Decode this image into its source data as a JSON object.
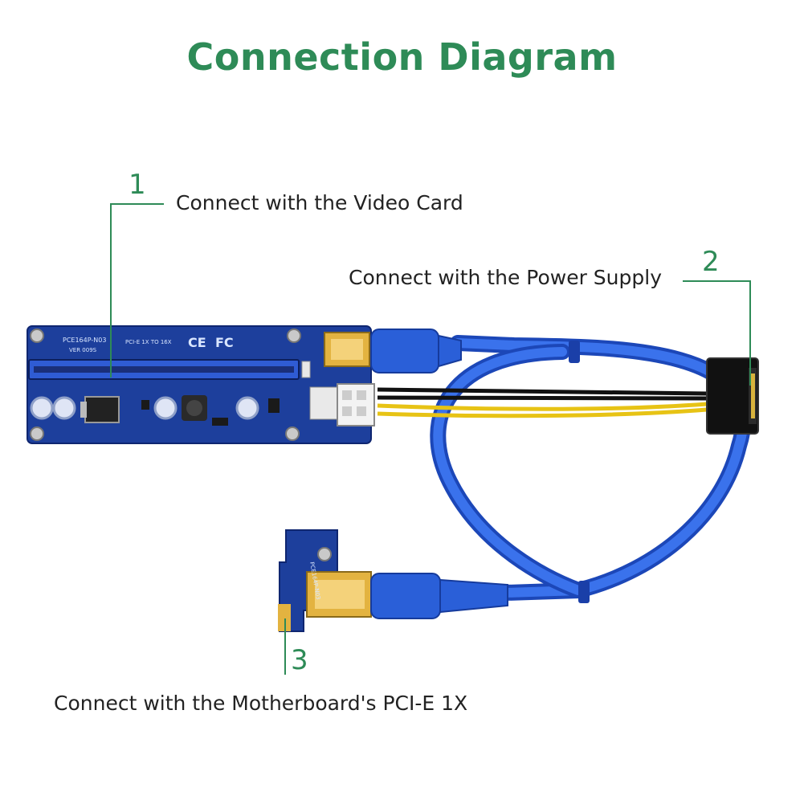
{
  "title": "Connection Diagram",
  "callouts": [
    {
      "number": "1",
      "text": "Connect with the Video Card"
    },
    {
      "number": "2",
      "text": "Connect with the Power Supply"
    },
    {
      "number": "3",
      "text": "Connect with the Motherboard's PCI-E 1X"
    }
  ],
  "board_marks": {
    "model": "PCE164P-N03",
    "spec": "PCI-E 1X TO 16X",
    "ver": "VER 009S",
    "ce": "CE",
    "fc": "FC",
    "adapter_model": "PCE164P-N03"
  },
  "colors": {
    "accent_green": "#2e8b57",
    "pcb_blue": "#1d3f9c",
    "cable_blue": "#2a5fd8",
    "gold": "#e3b340",
    "wire_yellow": "#e7c315",
    "wire_black": "#111111"
  }
}
